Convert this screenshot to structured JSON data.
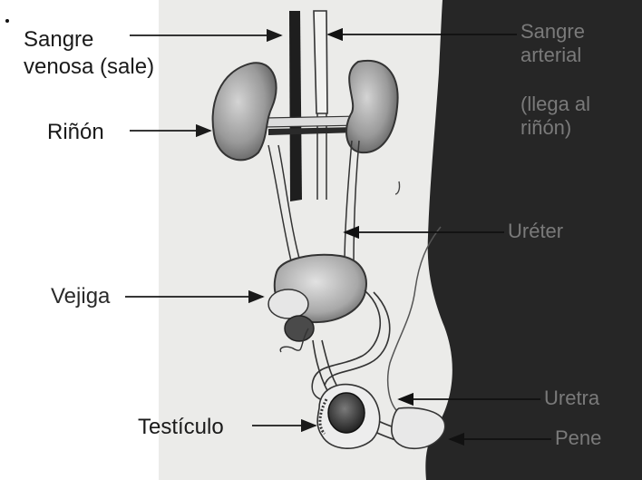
{
  "labels": {
    "left": {
      "sangre_venosa_line1": "Sangre",
      "sangre_venosa_line2": "venosa (sale)",
      "rinon": "Riñón",
      "vejiga": "Vejiga",
      "testiculo": "Testículo"
    },
    "right": {
      "sangre_arterial_line1": "Sangre",
      "sangre_arterial_line2": "arterial",
      "llega_line1": "(llega al",
      "llega_line2": "riñón)",
      "ureter": "Uréter",
      "uretra": "Uretra",
      "pene": "Pene"
    }
  },
  "colors": {
    "paper": "#ebebe9",
    "shadow": "#262626",
    "ink": "#1a1a1a"
  }
}
